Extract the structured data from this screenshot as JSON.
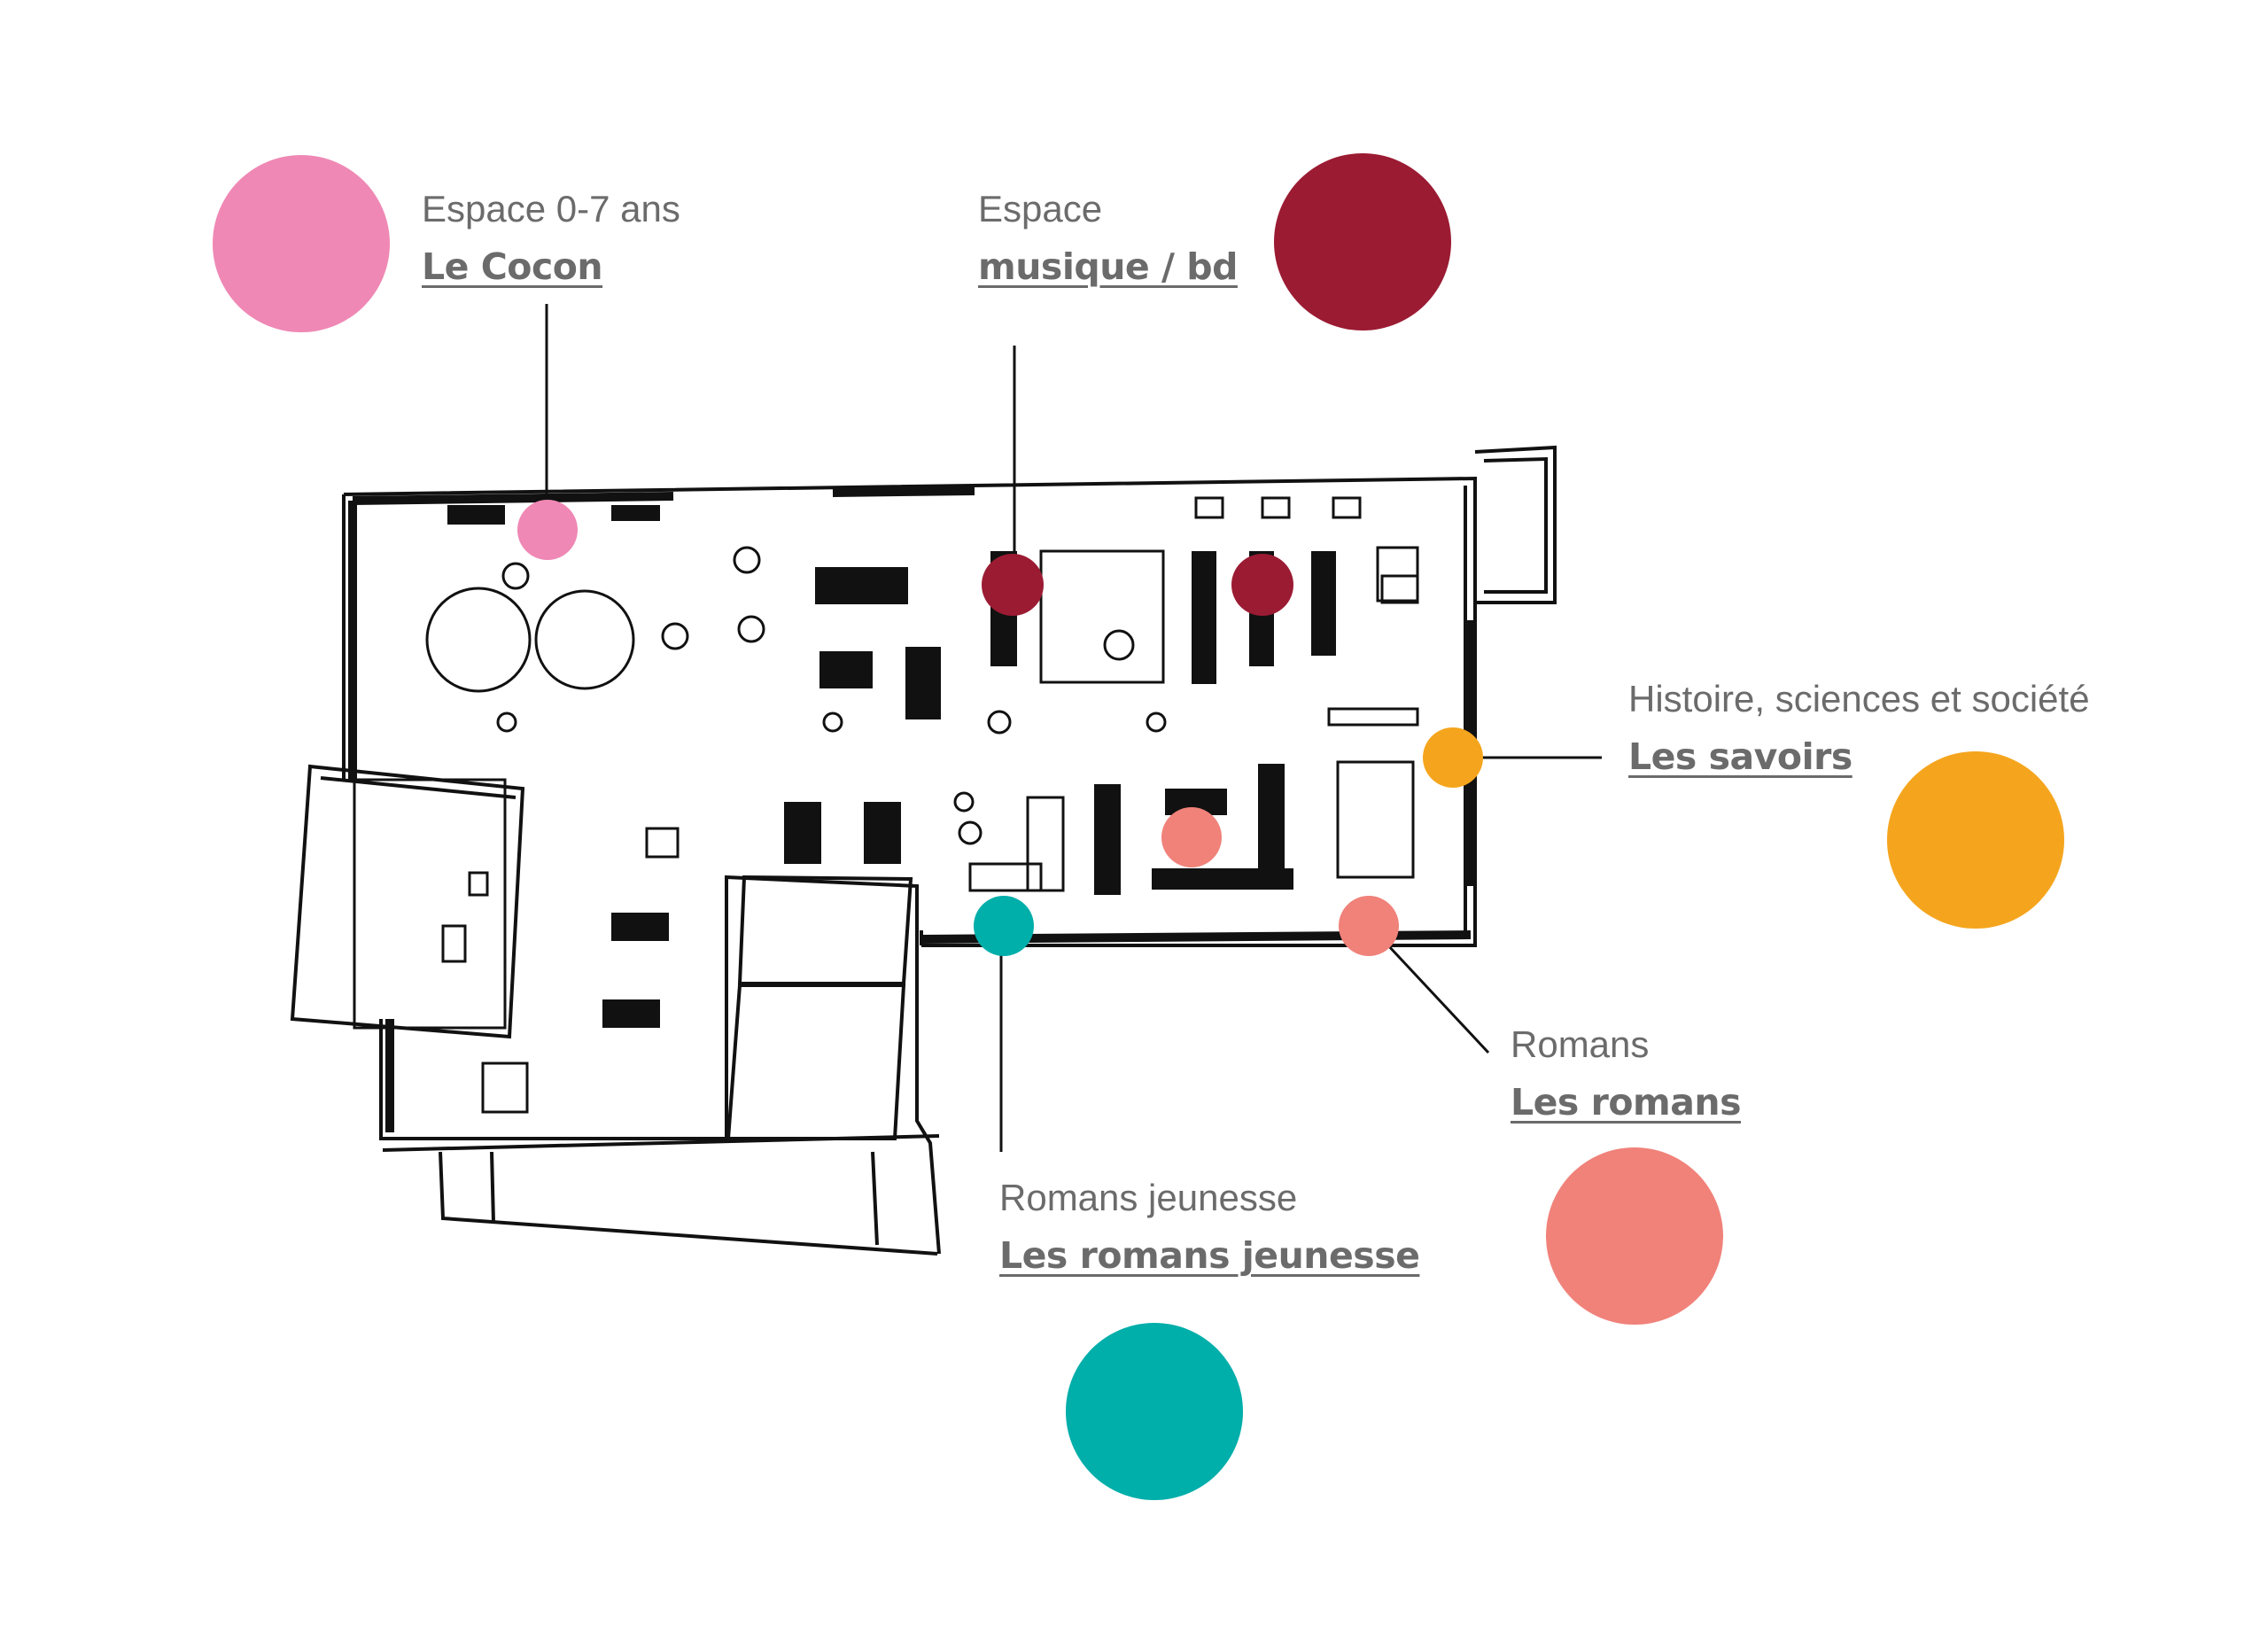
{
  "zones": [
    {
      "id": "cocon",
      "subtitle": "Espace 0-7 ans",
      "link": "Le Cocon",
      "color": "#ef88b5"
    },
    {
      "id": "musique",
      "subtitle": "Espace",
      "link": "musique / bd",
      "color": "#9b1b33"
    },
    {
      "id": "savoirs",
      "subtitle": "Histoire, sciences et société",
      "link": "Les savoirs",
      "color": "#f5a51d"
    },
    {
      "id": "romans",
      "subtitle": "Romans",
      "link": "Les romans",
      "color": "#f0827a"
    },
    {
      "id": "jeunesse",
      "subtitle": "Romans jeunesse",
      "link": "Les romans jeunesse",
      "color": "#00aeaa"
    }
  ]
}
